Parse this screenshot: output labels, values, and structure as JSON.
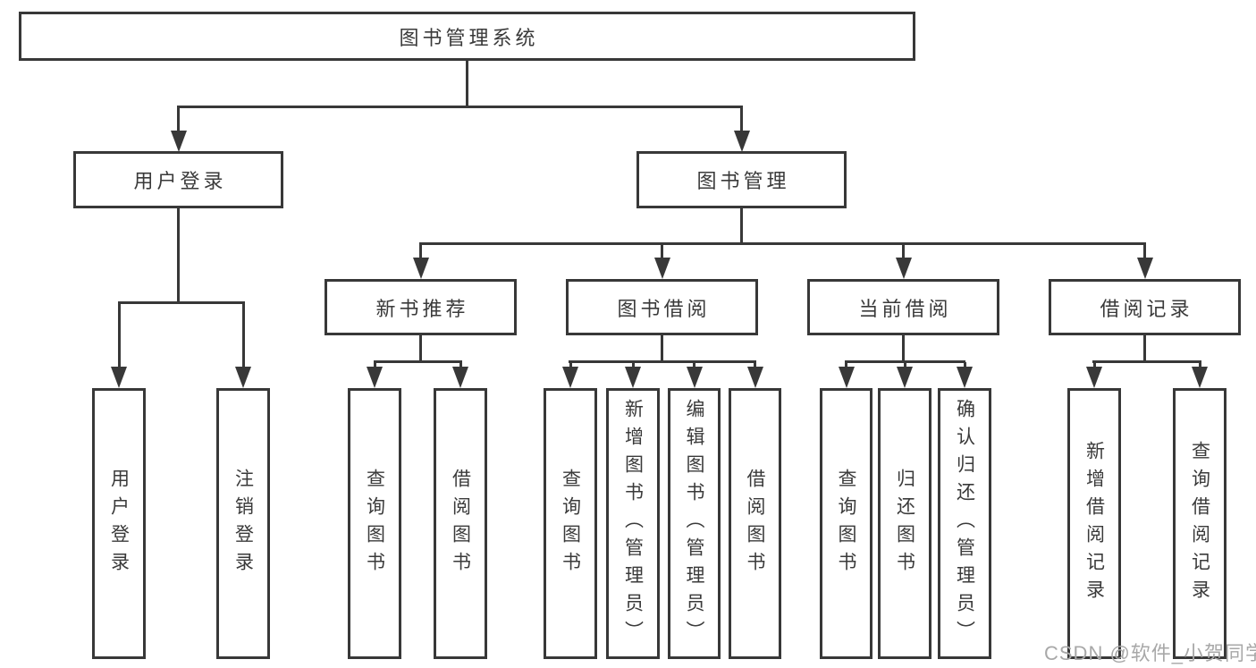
{
  "diagram": {
    "root": {
      "label": "图书管理系统"
    },
    "children": [
      {
        "label": "用户登录",
        "children": [
          {
            "label": "用户登录"
          },
          {
            "label": "注销登录"
          }
        ]
      },
      {
        "label": "图书管理",
        "children": [
          {
            "label": "新书推荐",
            "children": [
              {
                "label": "查询图书"
              },
              {
                "label": "借阅图书"
              }
            ]
          },
          {
            "label": "图书借阅",
            "children": [
              {
                "label": "查询图书"
              },
              {
                "label": "新增图书（管理员）"
              },
              {
                "label": "编辑图书（管理员）"
              },
              {
                "label": "借阅图书"
              }
            ]
          },
          {
            "label": "当前借阅",
            "children": [
              {
                "label": "查询图书"
              },
              {
                "label": "归还图书"
              },
              {
                "label": "确认归还（管理员）"
              }
            ]
          },
          {
            "label": "借阅记录",
            "children": [
              {
                "label": "新增借阅记录"
              },
              {
                "label": "查询借阅记录"
              }
            ]
          }
        ]
      }
    ]
  },
  "watermark": {
    "text": "CSDN @软件_小贺同学"
  },
  "colors": {
    "line": "#383838",
    "text": "#3a3a3a",
    "box_background": "#ffffff",
    "page_background": "#ffffff",
    "watermark": "#a8a8a8"
  }
}
